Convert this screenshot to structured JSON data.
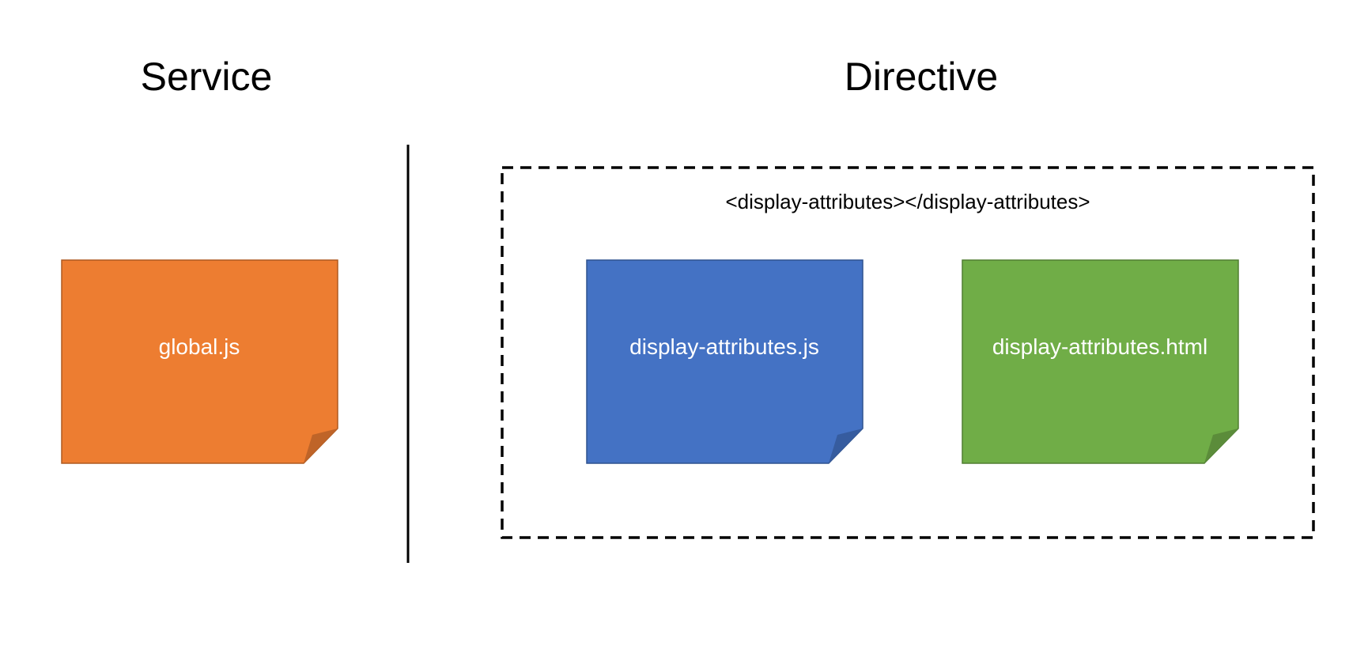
{
  "headings": {
    "service": "Service",
    "directive": "Directive"
  },
  "directive_container": {
    "tag": "<display-attributes></display-attributes>"
  },
  "files": [
    {
      "name": "global.js",
      "section": "Service",
      "fill": "#ED7D31",
      "border": "#AE5A21",
      "fold": "#BF6428"
    },
    {
      "name": "display-attributes.js",
      "section": "Directive",
      "fill": "#4472C4",
      "border": "#2F528F",
      "fold": "#365C9F"
    },
    {
      "name": "display-attributes.html",
      "section": "Directive",
      "fill": "#70AD47",
      "border": "#507E32",
      "fold": "#5B8C3A"
    }
  ]
}
